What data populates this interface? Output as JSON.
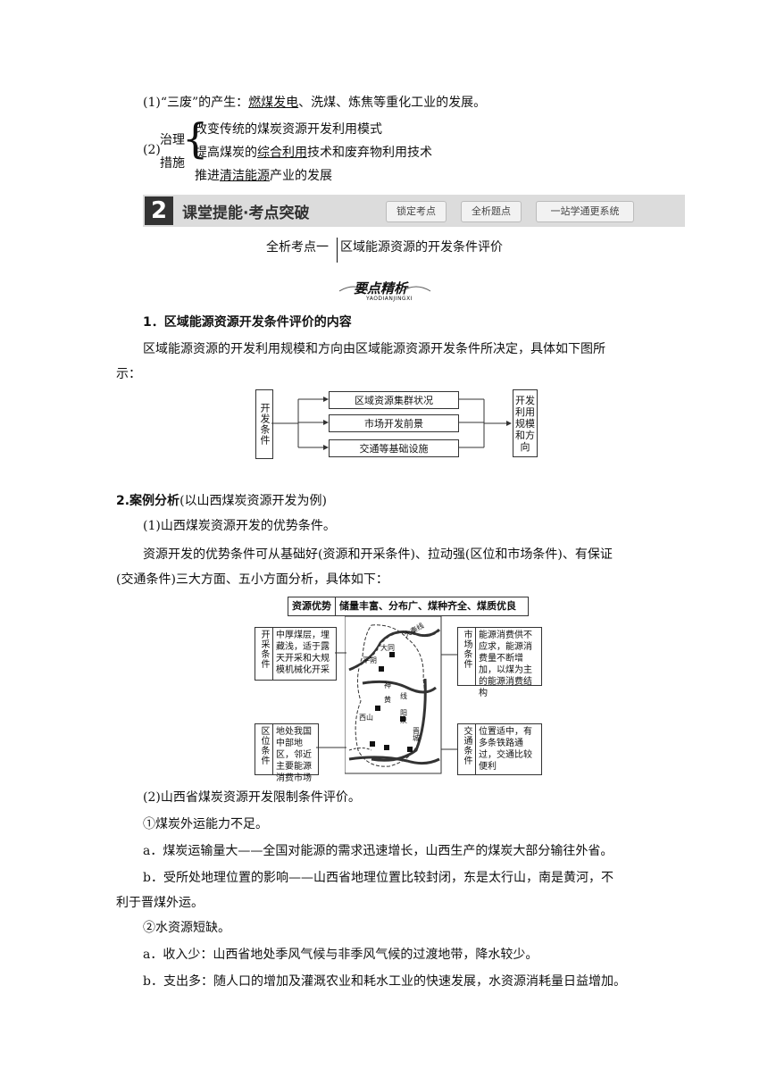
{
  "waste": {
    "prefix": "(1)“三废”的产生：",
    "power": "燃煤发电",
    "rest": "、洗煤、炼焦等重化工业的发展。"
  },
  "governance": {
    "num": "(2)",
    "label_top": "治理",
    "label_bottom": "措施",
    "items": [
      {
        "pre": "改变传统的煤炭资源开发利用模式",
        "u": "",
        "post": ""
      },
      {
        "pre": "提高煤炭的",
        "u": "综合利用",
        "post": "技术和废弃物利用技术"
      },
      {
        "pre": "推进",
        "u": "清洁能源",
        "post": "产业的发展"
      }
    ]
  },
  "banner": {
    "number": "2",
    "title": "课堂提能·考点突破",
    "buttons": [
      "锁定考点",
      "全析题点",
      "一站学通更系统"
    ]
  },
  "section_heading": {
    "left": "全析考点一",
    "right": "区域能源资源的开发条件评价"
  },
  "key_points": {
    "title": "要点精析",
    "pinyin": "YAODIANJINGXI"
  },
  "h1": "1．区域能源资源开发条件评价的内容",
  "p1": "区域能源资源的开发利用规模和方向由区域能源资源开发条件所决定，具体如下图所",
  "p1b": "示：",
  "flow": {
    "left": "开发条件",
    "middle": [
      "区域资源集群状况",
      "市场开发前景",
      "交通等基础设施"
    ],
    "right": "开发利用规模和方向"
  },
  "h2_bold": "2.案例分析",
  "h2_rest": "(以山西煤炭资源开发为例)",
  "sub1": "(1)山西煤炭资源开发的优势条件。",
  "p2": "资源开发的优势条件可从基础好(资源和开采条件)、拉动强(区位和市场条件)、有保证",
  "p2b": "(交通条件)三大方面、五小方面分析，具体如下：",
  "map": {
    "resource_label": "资源优势",
    "resource_text": "储量丰富、分布广、煤种齐全、煤质优良",
    "mining_label": "开采条件",
    "mining_text": "中厚煤层，埋藏浅，适于露天开采和大规模机械化开采",
    "location_label": "区位条件",
    "location_text": "地处我国中部地区，邻近主要能源消费市场",
    "market_label": "市场条件",
    "market_text": "能源消费供不应求，能源消费量不断增加，以煤为主的能源消费结构",
    "transport_label": "交通条件",
    "transport_text": "位置适中，有多条铁路通过，交通比较便利",
    "places": [
      "大同",
      "平朔",
      "大秦线",
      "神",
      "黄",
      "线",
      "西山",
      "阳泉",
      "晋城"
    ]
  },
  "sub2": "(2)山西省煤炭资源开发限制条件评价。",
  "c1": "①煤炭外运能力不足。",
  "c1a": "a．煤炭运输量大——全国对能源的需求迅速增长，山西生产的煤炭大部分输往外省。",
  "c1b": "b．受所处地理位置的影响——山西省地理位置比较封闭，东是太行山，南是黄河，不",
  "c1b2": "利于晋煤外运。",
  "c2": "②水资源短缺。",
  "c2a": "a．收入少：山西省地处季风气候与非季风气候的过渡地带，降水较少。",
  "c2b": "b．支出多：随人口的增加及灌溉农业和耗水工业的快速发展，水资源消耗量日益增加。"
}
